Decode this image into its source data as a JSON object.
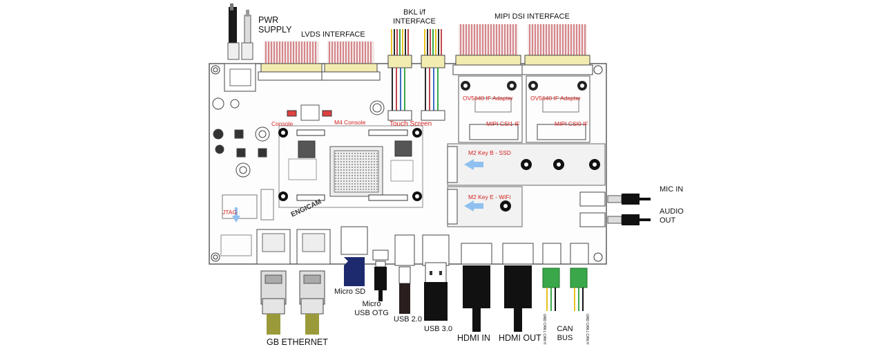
{
  "labels": {
    "pwr_supply": "PWR\nSUPPLY",
    "lvds": "LVDS INTERFACE",
    "bkl": "BKL i/f\nINTERFACE",
    "mipi_dsi": "MIPI DSI INTERFACE",
    "mic_in": "MIC IN",
    "audio_out": "AUDIO\nOUT",
    "gb_ethernet": "GB ETHERNET",
    "micro_sd": "Micro SD",
    "micro_usb_otg": "Micro\nUSB OTG",
    "usb2": "USB 2.0",
    "usb3": "USB 3.0",
    "hdmi_in": "HDMI IN",
    "hdmi_out": "HDMI OUT",
    "can_bus": "CAN\nBUS"
  },
  "board_labels": {
    "console": "Console",
    "m4_console": "M4 Console",
    "touch_screen": "Touch Screen",
    "ov5640_1": "OV5640 IF Adapter",
    "ov5640_2": "OV5640 IF Adapter",
    "mipi_csi1": "MIPI CSI1 IF",
    "mipi_csi0": "MIPI CSI0 IF",
    "m2_key_b": "M2 Key B - SSD",
    "m2_key_e": "M2 Key E - WiFi",
    "jtag": "JTAG",
    "brand": "ENGICAM",
    "can_pins_a": "GND CAN L CAN H",
    "can_pins_b": "GND CAN L CAN H"
  },
  "colors": {
    "board_outline": "#444444",
    "highlight_red": "#d42020",
    "arrow_blue": "#8fc0ef",
    "cable_red": "#c0454a",
    "connector_yellow": "#f3ecb0",
    "can_green": "#3aa84a"
  }
}
